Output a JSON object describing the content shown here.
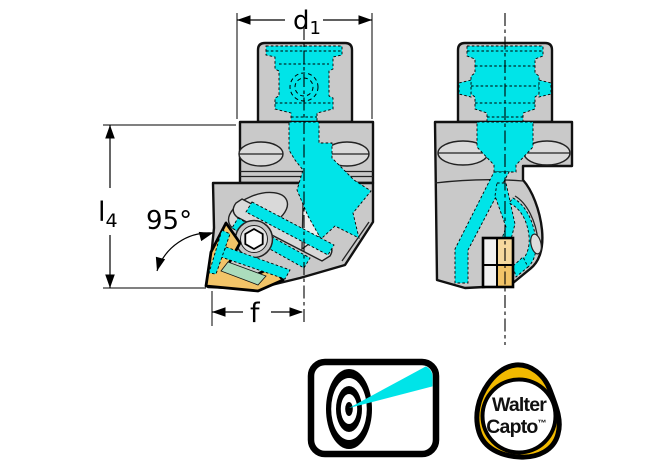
{
  "palette": {
    "body_gray": "#c9c9c9",
    "body_light": "#d9d9d9",
    "coolant_cyan": "#00e4e8",
    "insert_gold": "#f2c468",
    "insert_gold_light": "#f6d99e",
    "shim_green": "#abdcbc",
    "logo_yellow": "#f2ba00",
    "outline_black": "#111111"
  },
  "annotations": {
    "d1": {
      "base": "d",
      "sub": "1"
    },
    "l4": {
      "base": "l",
      "sub": "4"
    },
    "angle": "95°",
    "f": "f"
  },
  "badges": {
    "coolant": {
      "icon": "precision-coolant-target-icon"
    },
    "logo": {
      "icon": "walter-capto-logo",
      "line1": "Walter",
      "line2": "Capto",
      "tm": "™"
    }
  }
}
